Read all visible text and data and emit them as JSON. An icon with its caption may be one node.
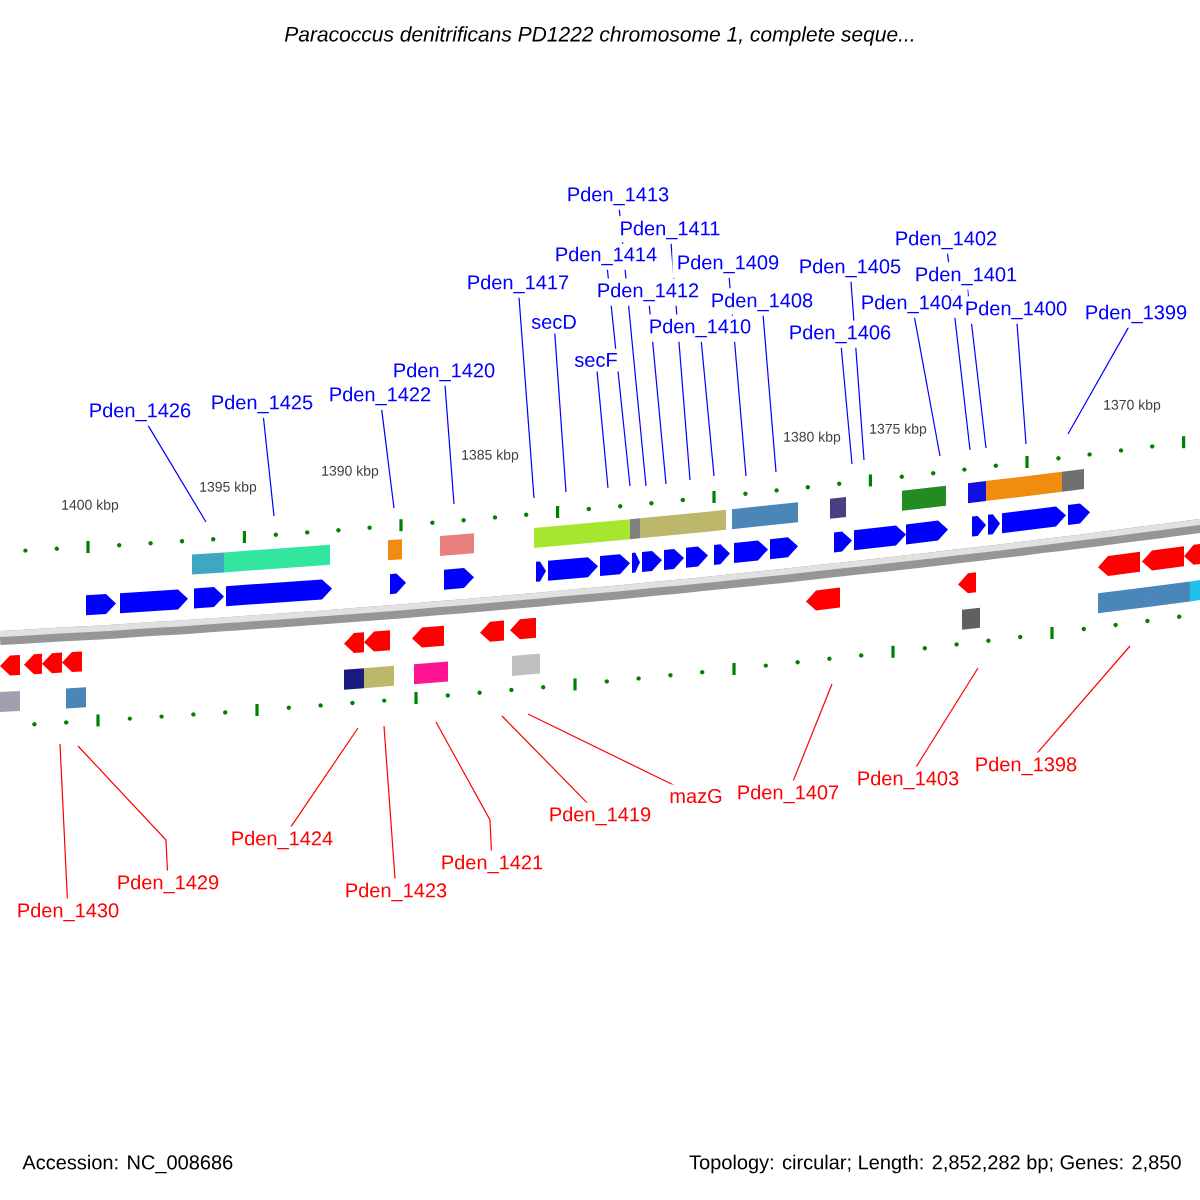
{
  "diagram": {
    "title": "Paracoccus denitrificans PD1222 chromosome 1, complete seque...",
    "nodes": [
      {
        "text": [
          "Pden_1426"
        ]
      },
      {
        "text": [
          "Pden_1425"
        ]
      },
      {
        "text": [
          "Pden_1422"
        ]
      },
      {
        "text": [
          "Pden_1420"
        ]
      },
      {
        "text": [
          "Pden_1417"
        ]
      },
      {
        "text": [
          "secD"
        ]
      },
      {
        "text": [
          "secF"
        ]
      },
      {
        "text": [
          "Pden_1414"
        ]
      },
      {
        "text": [
          "Pden_1413"
        ]
      },
      {
        "text": [
          "Pden_1412"
        ]
      },
      {
        "text": [
          "Pden_1411"
        ]
      },
      {
        "text": [
          "Pden_1410"
        ]
      },
      {
        "text": [
          "Pden_1409"
        ]
      },
      {
        "text": [
          "Pden_1408"
        ]
      },
      {
        "text": [
          "Pden_1406"
        ]
      },
      {
        "text": [
          "Pden_1405"
        ]
      },
      {
        "text": [
          "Pden_1404"
        ]
      },
      {
        "text": [
          "Pden_1402"
        ]
      },
      {
        "text": [
          "Pden_1401"
        ]
      },
      {
        "text": [
          "Pden_1400"
        ]
      },
      {
        "text": [
          "Pden_1399"
        ]
      },
      {
        "text": [
          "Pden_1430"
        ]
      },
      {
        "text": [
          "Pden_1429"
        ]
      },
      {
        "text": [
          "Pden_1424"
        ]
      },
      {
        "text": [
          "Pden_1423"
        ]
      },
      {
        "text": [
          "Pden_1421"
        ]
      },
      {
        "text": [
          "Pden_1419"
        ]
      },
      {
        "text": [
          "mazG"
        ]
      },
      {
        "text": [
          "Pden_1407"
        ]
      },
      {
        "text": [
          "Pden_1403"
        ]
      },
      {
        "text": [
          "Pden_1398"
        ]
      }
    ],
    "edges": [
      {
        "from": 0,
        "to": null,
        "arrow": "none"
      },
      {
        "from": 1,
        "to": null,
        "arrow": "none"
      },
      {
        "from": 2,
        "to": null,
        "arrow": "none"
      },
      {
        "from": 3,
        "to": null,
        "arrow": "none"
      },
      {
        "from": 4,
        "to": null,
        "arrow": "none"
      },
      {
        "from": 5,
        "to": null,
        "arrow": "none"
      },
      {
        "from": 6,
        "to": null,
        "arrow": "none"
      },
      {
        "from": 7,
        "to": null,
        "arrow": "none"
      },
      {
        "from": 8,
        "to": null,
        "arrow": "none"
      },
      {
        "from": 9,
        "to": null,
        "arrow": "none"
      },
      {
        "from": 10,
        "to": null,
        "arrow": "none"
      },
      {
        "from": 11,
        "to": null,
        "arrow": "none"
      },
      {
        "from": 12,
        "to": null,
        "arrow": "none"
      },
      {
        "from": 13,
        "to": null,
        "arrow": "none"
      },
      {
        "from": 14,
        "to": null,
        "arrow": "none"
      },
      {
        "from": 15,
        "to": null,
        "arrow": "none"
      },
      {
        "from": 16,
        "to": null,
        "arrow": "none"
      },
      {
        "from": 17,
        "to": null,
        "arrow": "none"
      },
      {
        "from": 18,
        "to": null,
        "arrow": "none"
      },
      {
        "from": 19,
        "to": null,
        "arrow": "none"
      },
      {
        "from": 20,
        "to": null,
        "arrow": "none"
      },
      {
        "from": 21,
        "to": null,
        "arrow": "none",
        "color": "#ff0000"
      },
      {
        "from": 22,
        "to": null,
        "arrow": "none",
        "color": "#ff0000"
      },
      {
        "from": 23,
        "to": null,
        "arrow": "none",
        "color": "#ff0000"
      },
      {
        "from": 24,
        "to": null,
        "arrow": "none",
        "color": "#ff0000"
      },
      {
        "from": 25,
        "to": null,
        "arrow": "none",
        "color": "#ff0000"
      },
      {
        "from": 26,
        "to": null,
        "arrow": "none",
        "color": "#ff0000"
      },
      {
        "from": 27,
        "to": null,
        "arrow": "none",
        "color": "#ff0000"
      },
      {
        "from": 28,
        "to": null,
        "arrow": "none",
        "color": "#ff0000"
      },
      {
        "from": 29,
        "to": null,
        "arrow": "none",
        "color": "#ff0000"
      },
      {
        "from": 30,
        "to": null,
        "arrow": "none",
        "color": "#ff0000"
      }
    ],
    "labels": [
      "1400 kbp",
      "1395 kbp",
      "1390 kbp",
      "1385 kbp",
      "1380 kbp",
      "1375 kbp",
      "1370 kbp",
      "Accession: NC_008686",
      "Topology: circular; Length: 2,852,282 bp; Genes: 2,850"
    ]
  }
}
